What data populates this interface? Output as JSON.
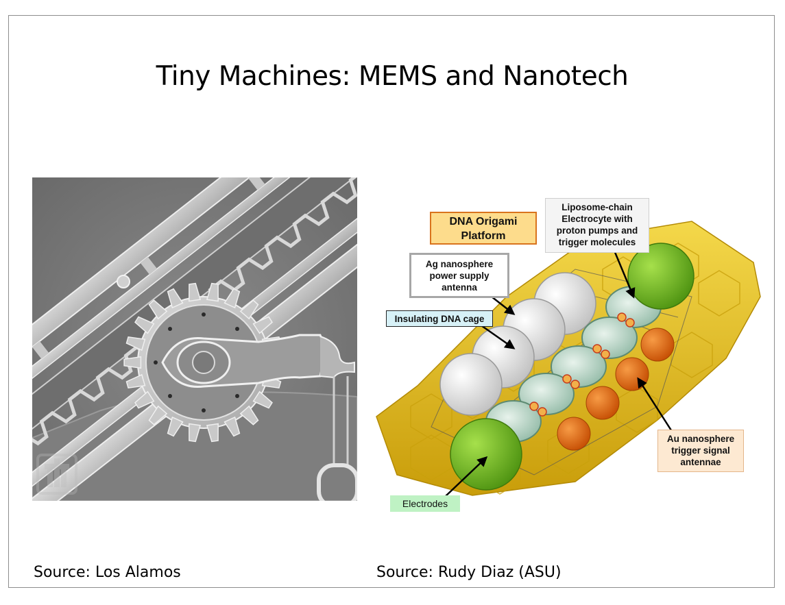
{
  "slide": {
    "title": "Tiny Machines:  MEMS and Nanotech",
    "left_source": "Source:  Los Alamos",
    "right_source": "Source:  Rudy Diaz (ASU)"
  },
  "diagram": {
    "labels": {
      "dna_origami": [
        "DNA Origami",
        "Platform"
      ],
      "liposome": [
        "Liposome-chain",
        "Electrocyte with",
        "proton pumps and",
        "trigger molecules"
      ],
      "ag_nanosphere": [
        "Ag nanosphere",
        "power supply",
        "antenna"
      ],
      "insulating_cage": "Insulating DNA cage",
      "au_nanosphere": [
        "Au nanosphere",
        "trigger signal",
        "antennae"
      ],
      "electrodes": "Electrodes"
    },
    "colors": {
      "gold_hex": "#e8c21a",
      "electrode_green": "#6cb51c",
      "au_orange": "#e0680f",
      "ag_white": "#e6e6e6",
      "cage_label_bg": "#d7f1f7",
      "electrode_label_bg": "#bff2c4",
      "platform_label_bg": "#fddc8c",
      "au_label_bg": "#fde9d2"
    }
  }
}
